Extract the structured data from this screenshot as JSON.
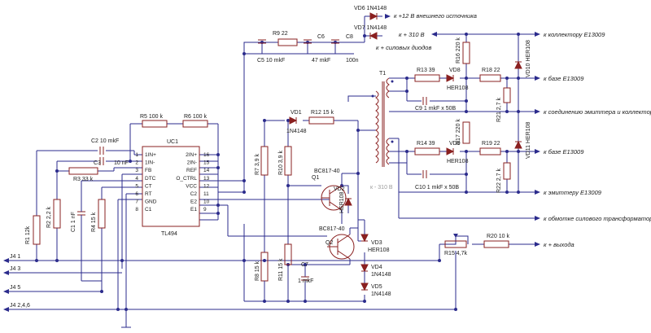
{
  "components": {
    "ic": {
      "ref": "UC1",
      "part": "TL494",
      "left_pins": [
        {
          "n": "1",
          "name": "1IN+"
        },
        {
          "n": "2",
          "name": "1IN-"
        },
        {
          "n": "3",
          "name": "FB"
        },
        {
          "n": "4",
          "name": "DTC"
        },
        {
          "n": "5",
          "name": "CT"
        },
        {
          "n": "6",
          "name": "RT"
        },
        {
          "n": "7",
          "name": "GND"
        },
        {
          "n": "8",
          "name": "C1"
        }
      ],
      "right_pins": [
        {
          "n": "16",
          "name": "2IN+"
        },
        {
          "n": "15",
          "name": "2IN-"
        },
        {
          "n": "14",
          "name": "REF"
        },
        {
          "n": "13",
          "name": "O_CTRL"
        },
        {
          "n": "12",
          "name": "VCC"
        },
        {
          "n": "11",
          "name": "C2"
        },
        {
          "n": "10",
          "name": "E2"
        },
        {
          "n": "9",
          "name": "E1"
        }
      ]
    },
    "R9": "R9  22",
    "C5": "C5  10 mkF",
    "C6": "C6",
    "C6v": "47 mkF",
    "C8": "C8",
    "C8v": "100n",
    "VD6": "VD6  1N4148",
    "VD7": "VD7  1N4148",
    "R5": "R5 100 k",
    "R6": "R6 100 k",
    "C2": "C2  10 mkF",
    "C3": "C3",
    "C3v": "10 nF",
    "R3": "R3  33 k",
    "R1": "R1  12k",
    "R2": "R2  2,2 k",
    "C1": "C1  1 nF",
    "R4": "R4 15 k",
    "VD1": "VD1",
    "VD1p": "1N4148",
    "R12": "R12  15 k",
    "R7": "R7  3,9 k",
    "R10": "R10  3,9 k",
    "Q1": "Q1",
    "Q1p": "BC817-40",
    "VD2": "VD2",
    "VD2p": "HER108",
    "Q2": "Q2",
    "Q2p": "BC817-40",
    "VD3": "VD3",
    "VD3p": "HER108",
    "R8": "R8  15 k",
    "R11": "R11  15 k",
    "C7": "C7",
    "C7v": "1 mkF",
    "VD4": "VD4",
    "VD4p": "1N4148",
    "VD5": "VD5",
    "VD5p": "1N4148",
    "T1": "T1",
    "R13": "R13 39",
    "VD8": "VD8",
    "VD8p": "HER108",
    "R18": "R18  22",
    "R16": "R16 220 k",
    "R21": "R21 2,7 k",
    "C9": "C9   1 mkF x 50B",
    "R17": "R17 220 k",
    "VD10": "VD10 HER108",
    "VD11": "VD11 HER108",
    "R14": "R14 39",
    "VD9": "VD9",
    "VD9p": "HER108",
    "R19": "R19  22",
    "R22": "R22 2,7 k",
    "C10": "C10   1 mkF x 50B",
    "R15": "R15  4,7k",
    "R20": "R20 10 k",
    "minus310": "к - 310 B"
  },
  "connections": {
    "plus12": "к +12 В  внешнего источника",
    "plus310": "к + 310 B",
    "plus_diodes": "к + силовых диодов",
    "collector_top": "к коллектору E13009",
    "base_top": "к базе E13009",
    "emitter_collector": "к соединению эмиттера и коллектора",
    "base_bottom": "к базе E13009",
    "emitter_bottom": "к эмиттеру E13009",
    "transformer": "к обмотке силового трансформатора",
    "output": "к + выхода"
  },
  "jumpers": [
    "J4 1",
    "J4 3",
    "J4 5",
    "J4 2,4,6"
  ]
}
